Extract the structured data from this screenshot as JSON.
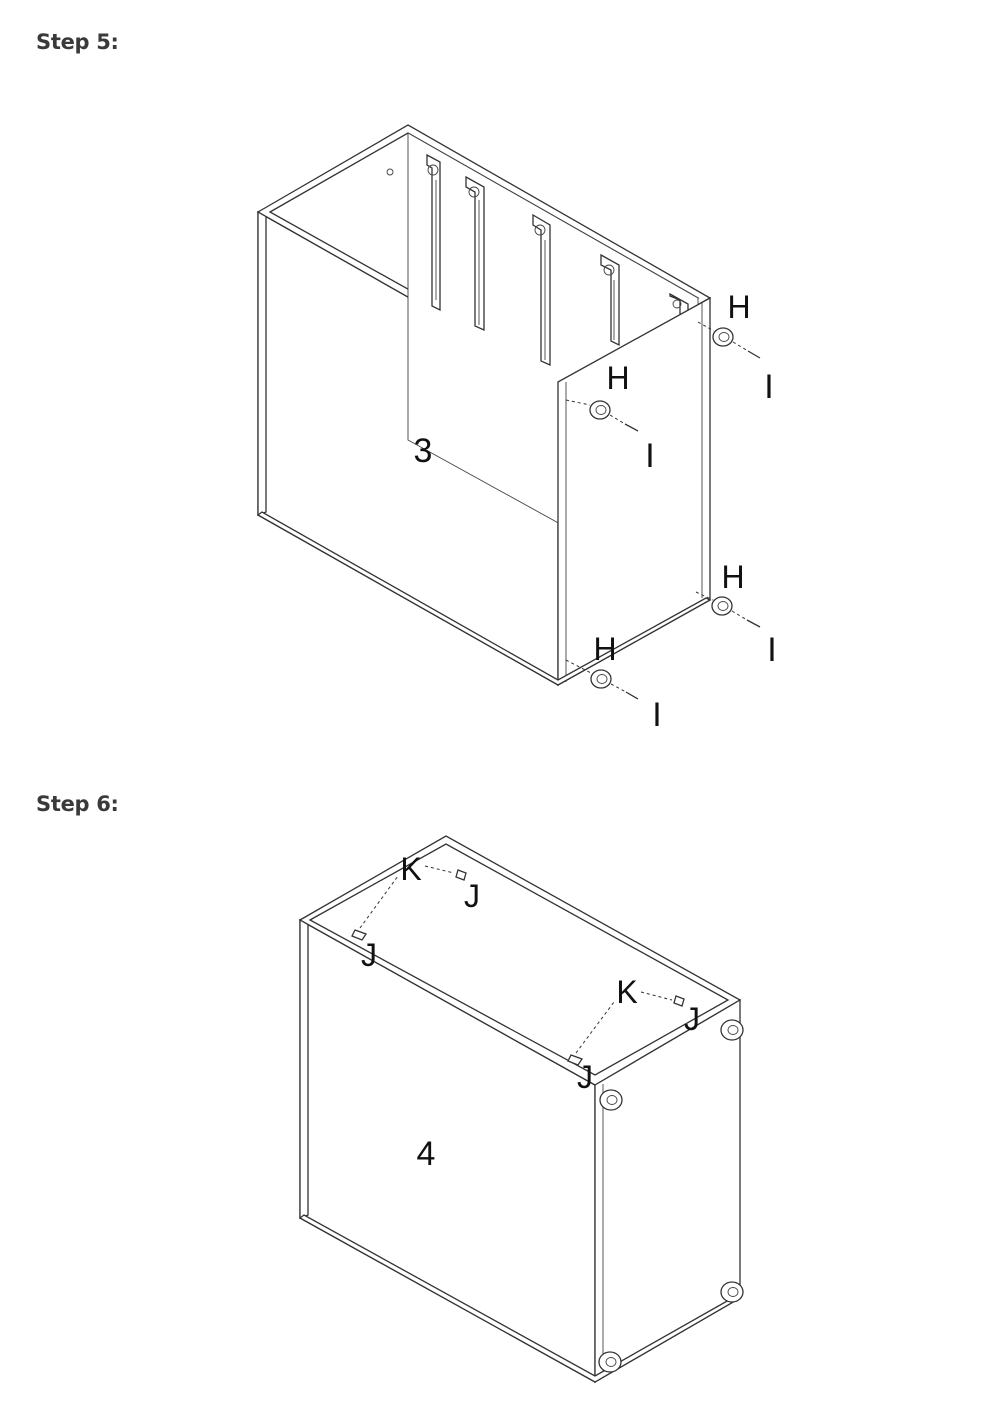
{
  "steps": [
    {
      "title": "Step 5:",
      "part_number": "3",
      "callouts": [
        "H",
        "I",
        "H",
        "I",
        "H",
        "I",
        "H",
        "I"
      ]
    },
    {
      "title": "Step 6:",
      "part_number": "4",
      "callouts": [
        "K",
        "J",
        "J",
        "K",
        "J",
        "J"
      ]
    }
  ]
}
